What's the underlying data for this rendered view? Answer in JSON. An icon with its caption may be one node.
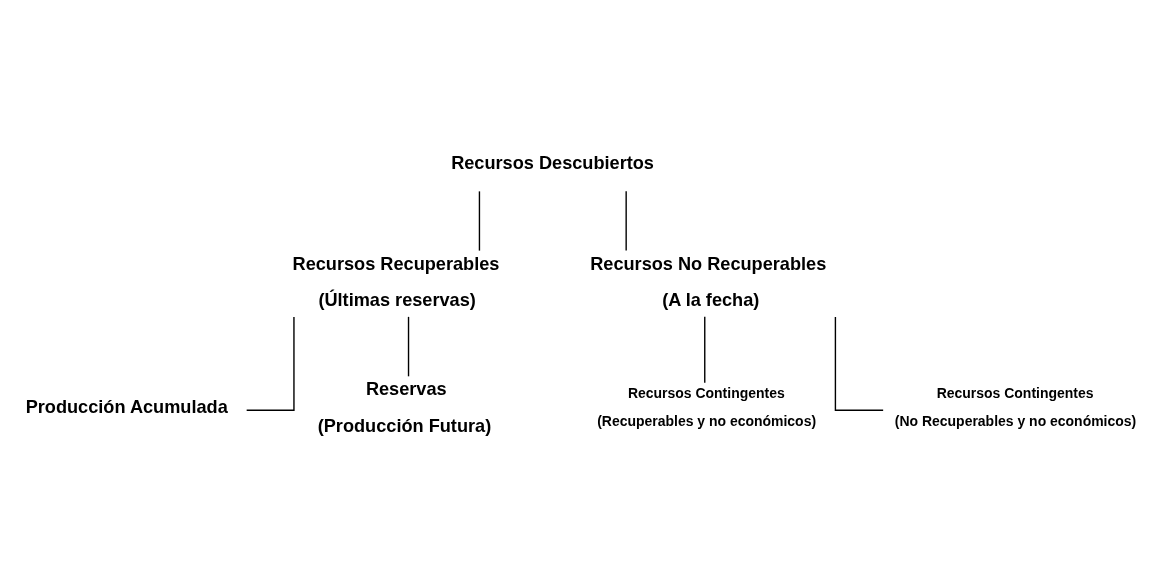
{
  "diagram": {
    "nodes": [
      {
        "text": [
          "Recursos Descubiertos"
        ]
      },
      {
        "text": [
          "Recursos Recuperables",
          "(Últimas reservas)"
        ]
      },
      {
        "text": [
          "Recursos No Recuperables",
          "(A la fecha)"
        ]
      },
      {
        "text": [
          "Producción Acumulada"
        ]
      },
      {
        "text": [
          "Reservas",
          "(Producción Futura)"
        ]
      },
      {
        "text": [
          "Recursos Contingentes",
          "(Recuperables y no económicos)"
        ]
      },
      {
        "text": [
          "Recursos Contingentes",
          "(No Recuperables y no económicos)"
        ]
      }
    ],
    "edges": [
      {
        "from": 0,
        "to": 1,
        "arrow": "none"
      },
      {
        "from": 0,
        "to": 2,
        "arrow": "none"
      },
      {
        "from": 1,
        "to": 3,
        "arrow": "none"
      },
      {
        "from": 1,
        "to": 4,
        "arrow": "none"
      },
      {
        "from": 2,
        "to": 5,
        "arrow": "none"
      },
      {
        "from": 2,
        "to": 6,
        "arrow": "none"
      }
    ]
  }
}
